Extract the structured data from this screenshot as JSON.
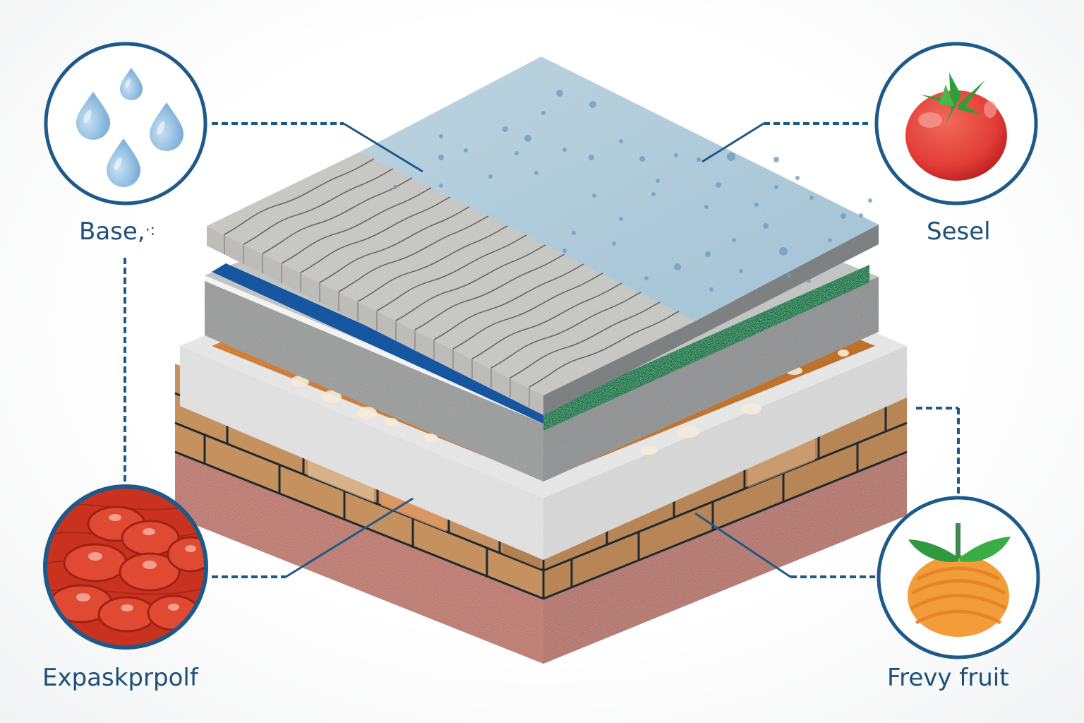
{
  "diagram": {
    "type": "exploded-layer-cross-section",
    "accent_color": "#1d5a8a",
    "callouts": [
      {
        "id": "top-left",
        "label": "Base,․",
        "icon": "water-drops-icon",
        "position": "top-left"
      },
      {
        "id": "top-right",
        "label": "Sesel",
        "icon": "tomato-icon",
        "position": "top-right"
      },
      {
        "id": "bottom-left",
        "label": "Expaskprpolf",
        "icon": "red-cell-texture-icon",
        "position": "bottom-left"
      },
      {
        "id": "bottom-right",
        "label": "Frevy fruit",
        "icon": "orange-fruit-icon",
        "position": "bottom-right"
      }
    ],
    "layers": [
      {
        "name": "top-light-blue-porous-slab",
        "color": "#b9d6e6"
      },
      {
        "name": "grey-wave-grooved-slab",
        "color": "#cfcfcc"
      },
      {
        "name": "blue-membrane",
        "color": "#1656a0"
      },
      {
        "name": "green-granule-strip",
        "color": "#1e7a45"
      },
      {
        "name": "grey-granite-board",
        "color": "#a9abab"
      },
      {
        "name": "orange-fill-layer",
        "color": "#d9823a"
      },
      {
        "name": "white-speckled-frame",
        "color": "#eeeeee"
      },
      {
        "name": "brick-course",
        "color": "#c49163"
      },
      {
        "name": "red-granular-base",
        "color": "#a3402e"
      }
    ]
  },
  "labels": {
    "top_left": "Base,",
    "top_left_suffix": "·:",
    "top_right": "Sesel",
    "bottom_left": "Expaskprpolf",
    "bottom_right": "Frevy fruit"
  }
}
